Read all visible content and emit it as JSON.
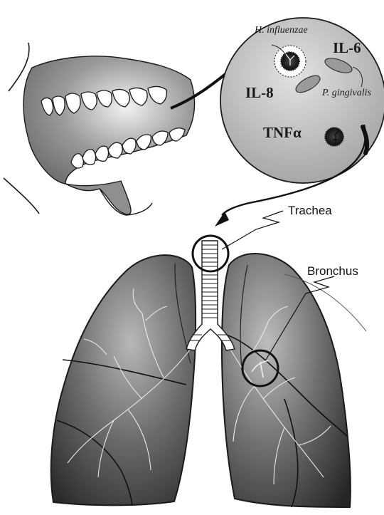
{
  "labels": {
    "h_influenzae": "H. influenzae",
    "p_gingivalis": "P. gingivalis",
    "il6": "IL-6",
    "il8": "IL-8",
    "tnfa": "TNFα",
    "trachea": "Trachea",
    "bronchus": "Bronchus"
  },
  "colors": {
    "ink": "#1a1a1a",
    "tissue": "#8f8f8f",
    "lung_dark": "#3a3a3a",
    "lung_light": "#a8a8a8",
    "circle_fill": "#c4c4c4"
  }
}
